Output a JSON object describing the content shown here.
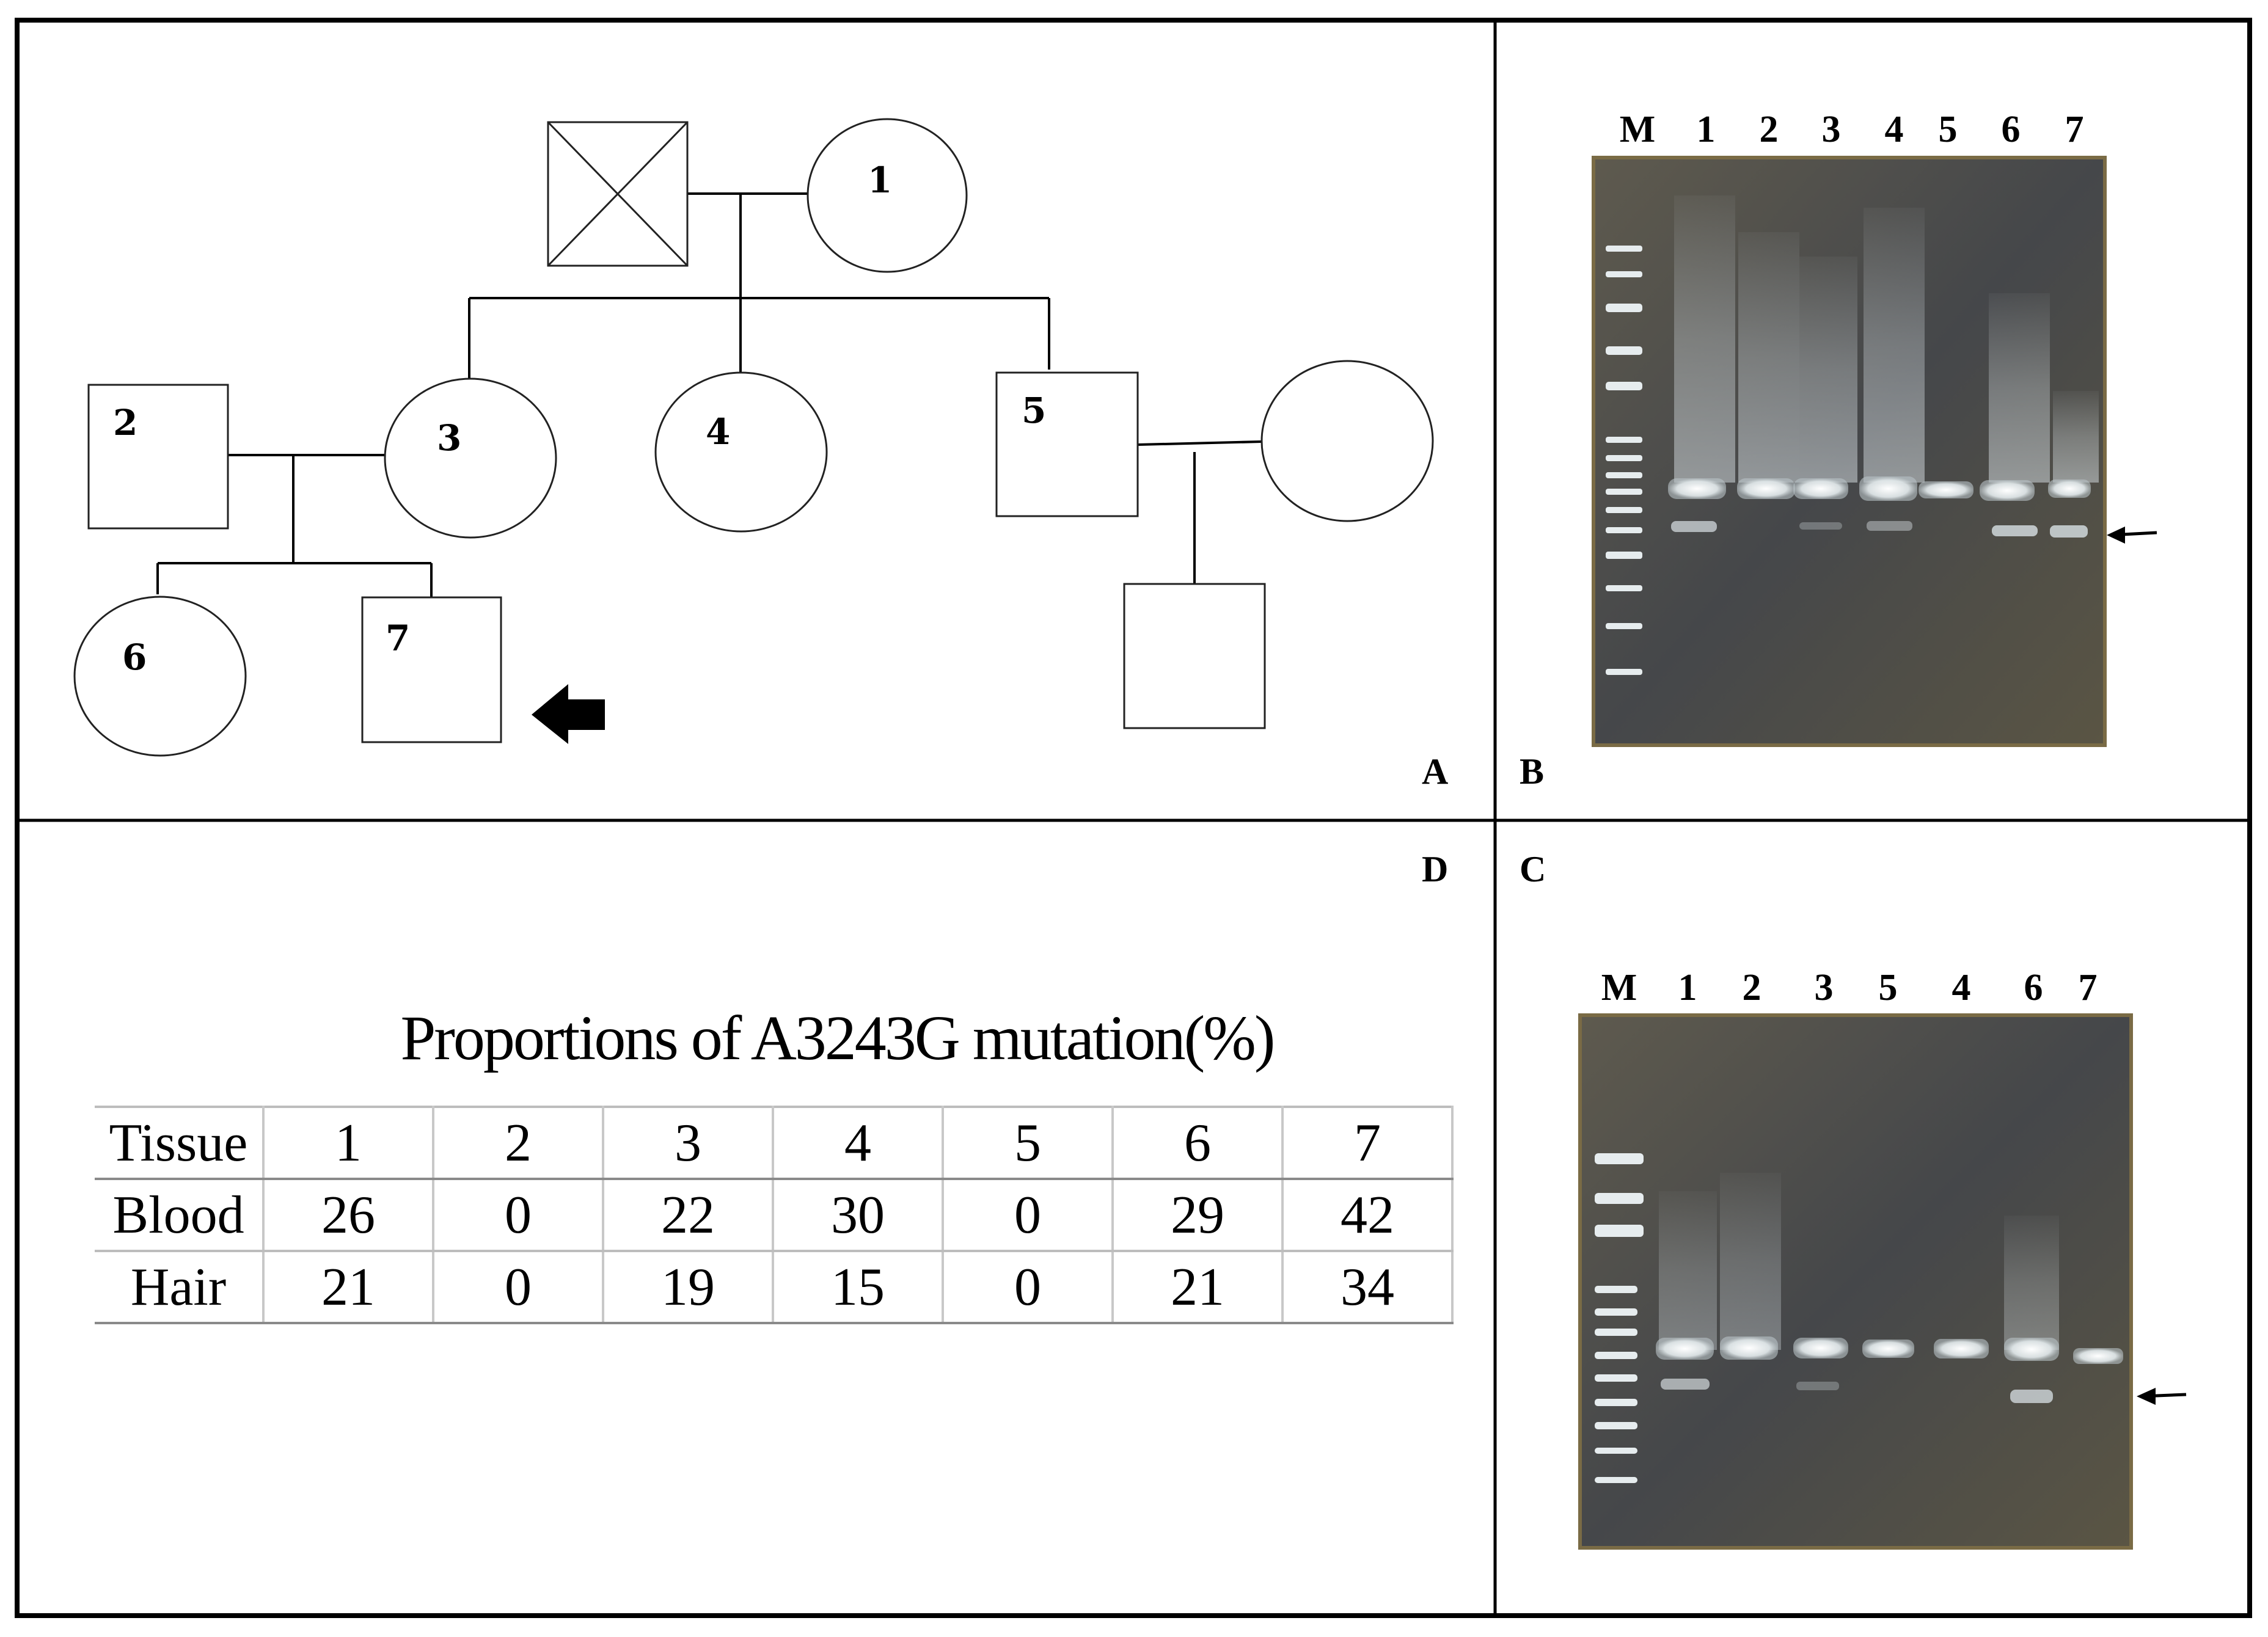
{
  "panels": {
    "a": "A",
    "b": "B",
    "c": "C",
    "d": "D"
  },
  "pedigree": {
    "individuals": [
      {
        "id": "1",
        "label": "1",
        "sex": "female",
        "status": "living"
      },
      {
        "id": "father",
        "label": "",
        "sex": "male",
        "status": "deceased"
      },
      {
        "id": "2",
        "label": "2",
        "sex": "male",
        "status": "living"
      },
      {
        "id": "3",
        "label": "3",
        "sex": "female",
        "status": "living"
      },
      {
        "id": "4",
        "label": "4",
        "sex": "female",
        "status": "living"
      },
      {
        "id": "5",
        "label": "5",
        "sex": "male",
        "status": "living"
      },
      {
        "id": "spouse5",
        "label": "",
        "sex": "female",
        "status": "living"
      },
      {
        "id": "6",
        "label": "6",
        "sex": "female",
        "status": "living"
      },
      {
        "id": "7",
        "label": "7",
        "sex": "male",
        "status": "living",
        "proband": true
      },
      {
        "id": "child5",
        "label": "",
        "sex": "male",
        "status": "living"
      }
    ],
    "proband_marker": "arrow-left-icon"
  },
  "gel_b": {
    "lanes": [
      "M",
      "1",
      "2",
      "3",
      "4",
      "5",
      "6",
      "7"
    ],
    "mutant_band_lanes": [
      "1",
      "3",
      "4",
      "6",
      "7"
    ],
    "indicator": "arrow-left-icon"
  },
  "gel_c": {
    "lanes": [
      "M",
      "1",
      "2",
      "3",
      "5",
      "4",
      "6",
      "7"
    ],
    "mutant_band_lanes": [
      "1",
      "3",
      "6"
    ],
    "indicator": "arrow-left-icon"
  },
  "table": {
    "title": "Proportions of A3243G mutation(%)",
    "headers": [
      "Tissue",
      "1",
      "2",
      "3",
      "4",
      "5",
      "6",
      "7"
    ],
    "rows": [
      [
        "Blood",
        "26",
        "0",
        "22",
        "30",
        "0",
        "29",
        "42"
      ],
      [
        "Hair",
        "21",
        "0",
        "19",
        "15",
        "0",
        "21",
        "34"
      ]
    ]
  },
  "colors": {
    "gel_background": "#4d4d46",
    "gel_edge": "#8a7a4e",
    "band": "#e8ecec",
    "frame": "#000000"
  }
}
